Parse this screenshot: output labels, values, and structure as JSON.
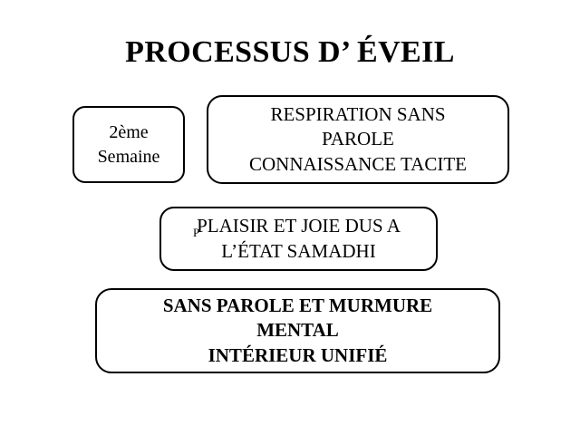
{
  "slide": {
    "title": "PROCESSUS D’ ÉVEIL",
    "background_color": "#ffffff",
    "text_color": "#000000",
    "border_color": "#000000"
  },
  "boxes": [
    {
      "id": "week",
      "text": "2ème\nSemaine",
      "bold": false
    },
    {
      "id": "respiration",
      "text": "RESPIRATION SANS\nPAROLE\nCONNAISSANCE TACITE",
      "bold": false
    },
    {
      "id": "plaisir",
      "text": "PLAISIR ET JOIE DUS A\nL’ÉTAT  SAMADHI",
      "bold": false,
      "artifact_glyph": "P"
    },
    {
      "id": "sans_parole",
      "text": "SANS PAROLE ET MURMURE\nMENTAL\nINTÉRIEUR UNIFIÉ",
      "bold": true
    }
  ]
}
